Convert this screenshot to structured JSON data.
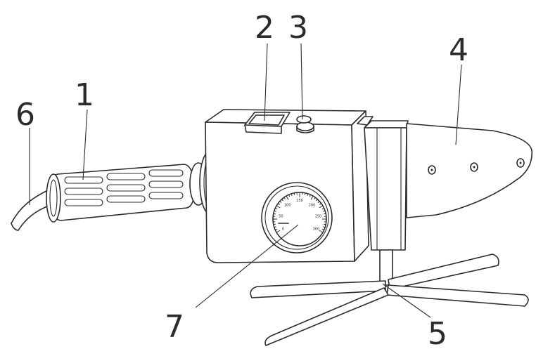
{
  "callouts": {
    "label_1": "1",
    "label_2": "2",
    "label_3": "3",
    "label_4": "4",
    "label_5": "5",
    "label_6": "6",
    "label_7": "7"
  },
  "dial": {
    "scale_marks": [
      "0",
      "50",
      "100",
      "150",
      "200",
      "250",
      "300"
    ]
  },
  "colors": {
    "line": "#2b2b2b",
    "background": "#ffffff"
  }
}
